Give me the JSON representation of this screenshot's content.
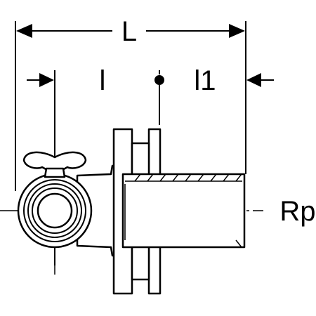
{
  "labels": {
    "overall_length": "L",
    "length_left": "l",
    "length_right": "l1",
    "thread": "Rp"
  },
  "colors": {
    "line": "#000000",
    "background": "#ffffff"
  }
}
